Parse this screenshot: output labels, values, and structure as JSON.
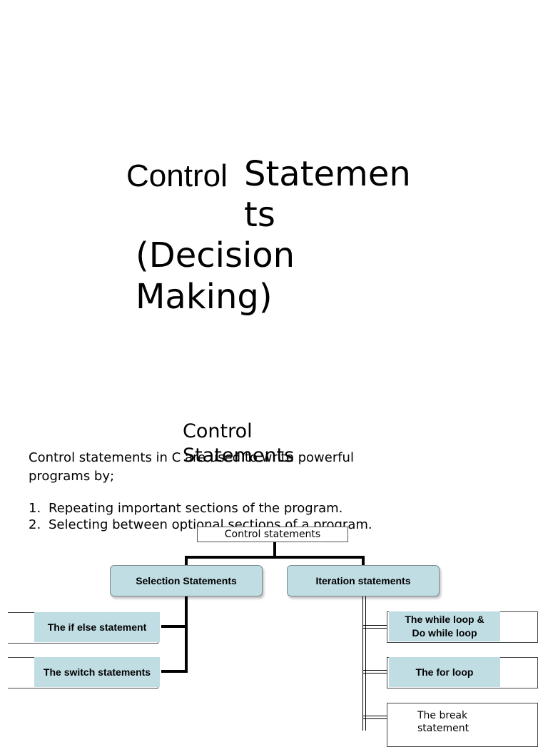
{
  "slide1": {
    "title_word1": "Control",
    "title_word2_line1": "Statemen",
    "title_word2_line2": "ts",
    "subtitle_line1": "(Decision",
    "subtitle_line2": "Making)"
  },
  "slide2": {
    "heading_line1": "Control",
    "heading_line2": "Statements",
    "intro_line1": "Control statements in C are used to write powerful",
    "intro_line2": "programs by;",
    "list": [
      {
        "num": "1.",
        "text": "Repeating important sections of the program."
      },
      {
        "num": "2.",
        "text": "Selecting between optional sections of a program."
      }
    ]
  },
  "diagram": {
    "root": "Control statements",
    "selection": "Selection Statements",
    "iteration": "Iteration statements",
    "if_else": "The if else statement",
    "switch": "The switch statements",
    "while_line1": "The while loop &",
    "while_line2": "Do while loop",
    "for": "The for loop",
    "break_line1": "The break",
    "break_line2": "statement"
  },
  "colors": {
    "box_fill": "#c0dde4"
  }
}
